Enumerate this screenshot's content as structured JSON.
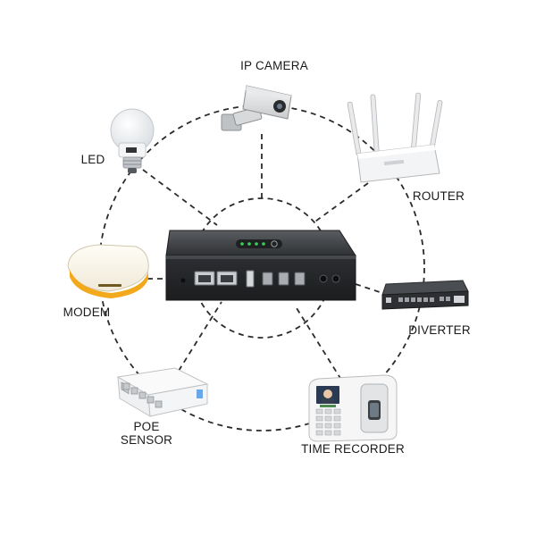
{
  "labels": {
    "ip_camera": "IP CAMERA",
    "led": "LED",
    "router": "ROUTER",
    "modem": "MODEM",
    "diverter": "DIVERTER",
    "poe_line1": "POE",
    "poe_line2": "SENSOR",
    "time_recorder": "TIME RECORDER"
  },
  "colors": {
    "connector": "#2b2b2b",
    "ups_body": "#3a3c3f",
    "modem_accent": "#f2a91c",
    "led_indicator": "#37d25a"
  },
  "icons": [
    "ip-camera-icon",
    "led-bulb-icon",
    "router-icon",
    "modem-icon",
    "mini-ups-icon",
    "network-switch-icon",
    "poe-switch-icon",
    "time-recorder-icon"
  ]
}
